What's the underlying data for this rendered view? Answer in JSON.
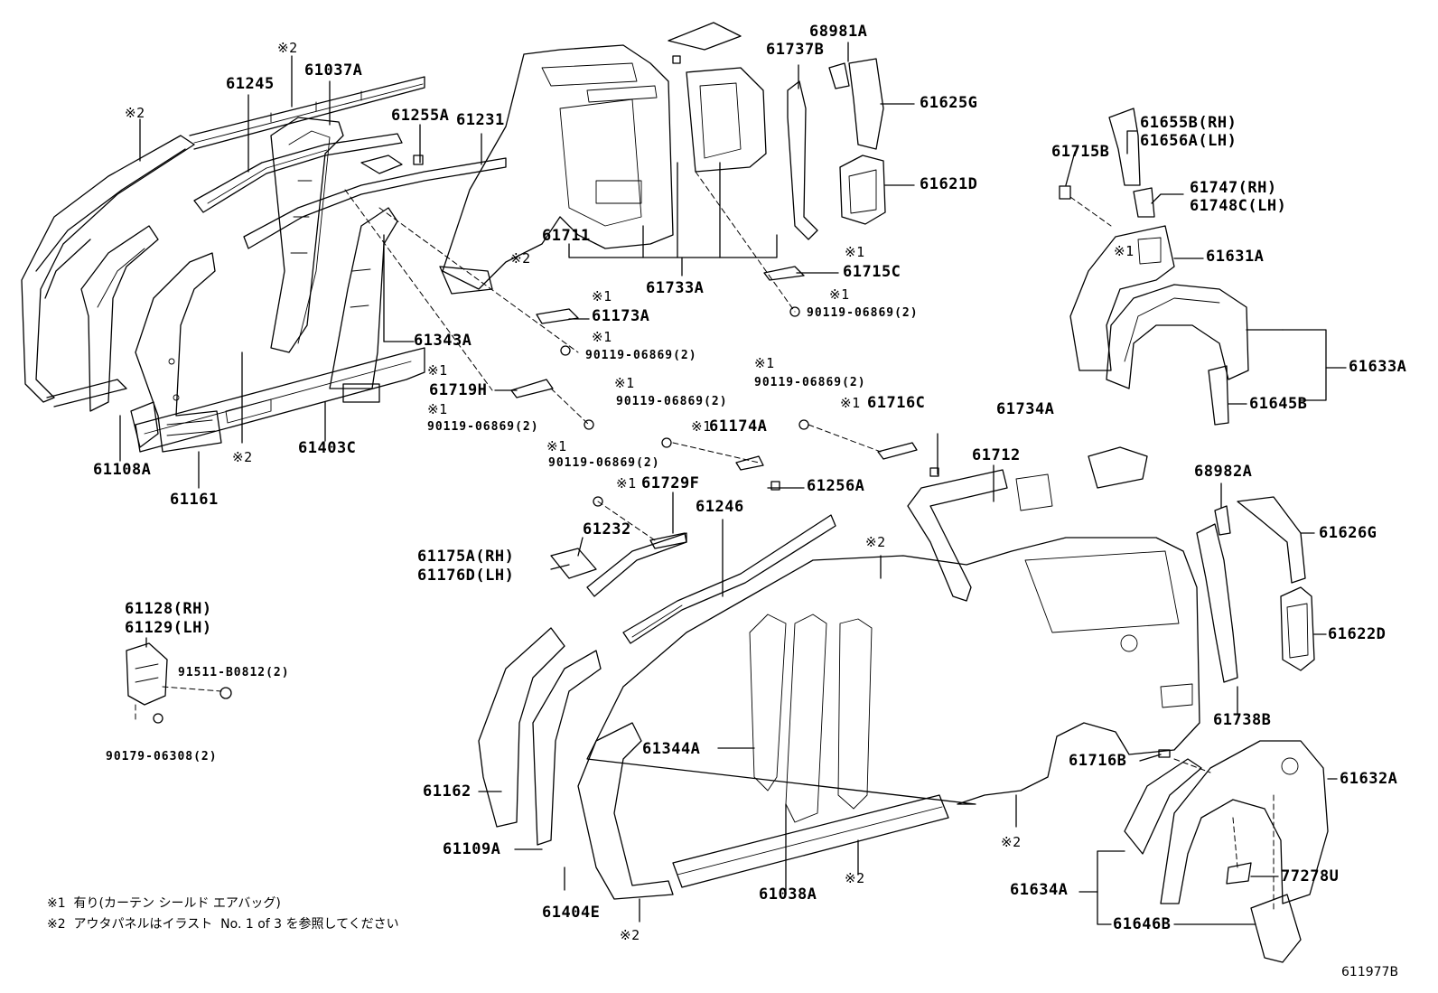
{
  "labels": {
    "p61245": "61245",
    "p61037A": "61037A",
    "p61255A": "61255A",
    "p61231": "61231",
    "p61343A": "61343A",
    "p61108A": "61108A",
    "p61161": "61161",
    "p61403C": "61403C",
    "p61719H": "61719H",
    "p61711": "61711",
    "p61733A": "61733A",
    "p61173A": "61173A",
    "p61737B": "61737B",
    "p68981A": "68981A",
    "p61625G": "61625G",
    "p61621D": "61621D",
    "p61715C": "61715C",
    "p61655B": "61655B(RH)",
    "p61656A": "61656A(LH)",
    "p61715B": "61715B",
    "p61747": "61747(RH)",
    "p61748C": "61748C(LH)",
    "p61631A": "61631A",
    "p61633A": "61633A",
    "p61645B": "61645B",
    "p61716C": "61716C",
    "p61174A": "61174A",
    "p61734A": "61734A",
    "p61712": "61712",
    "p61256A": "61256A",
    "p61729F": "61729F",
    "p61246": "61246",
    "p61232": "61232",
    "p61175A": "61175A(RH)",
    "p61176D": "61176D(LH)",
    "p68982A": "68982A",
    "p61626G": "61626G",
    "p61622D": "61622D",
    "p61738B": "61738B",
    "p61128": "61128(RH)",
    "p61129": "61129(LH)",
    "p61344A": "61344A",
    "p61162": "61162",
    "p61109A": "61109A",
    "p61404E": "61404E",
    "p61038A": "61038A",
    "p61716B": "61716B",
    "p61632A": "61632A",
    "p61634A": "61634A",
    "p77278U": "77278U",
    "p61646B": "61646B"
  },
  "bolts": {
    "b1": "90119-06869(2)",
    "b2": "90119-06869(2)",
    "b3": "90119-06869(2)",
    "b4": "90119-06869(2)",
    "b5": "90119-06869(2)",
    "b6": "90119-06869(2)",
    "b7": "91511-B0812(2)",
    "b8": "90179-06308(2)"
  },
  "marks": {
    "m1": "※1",
    "m2": "※2"
  },
  "notes": {
    "n1": "※1  有り(カーテン シールド エアバッグ)",
    "n2": "※2  アウタパネルはイラスト  No. 1 of 3 を参照してください"
  },
  "reference_code": "611977B"
}
